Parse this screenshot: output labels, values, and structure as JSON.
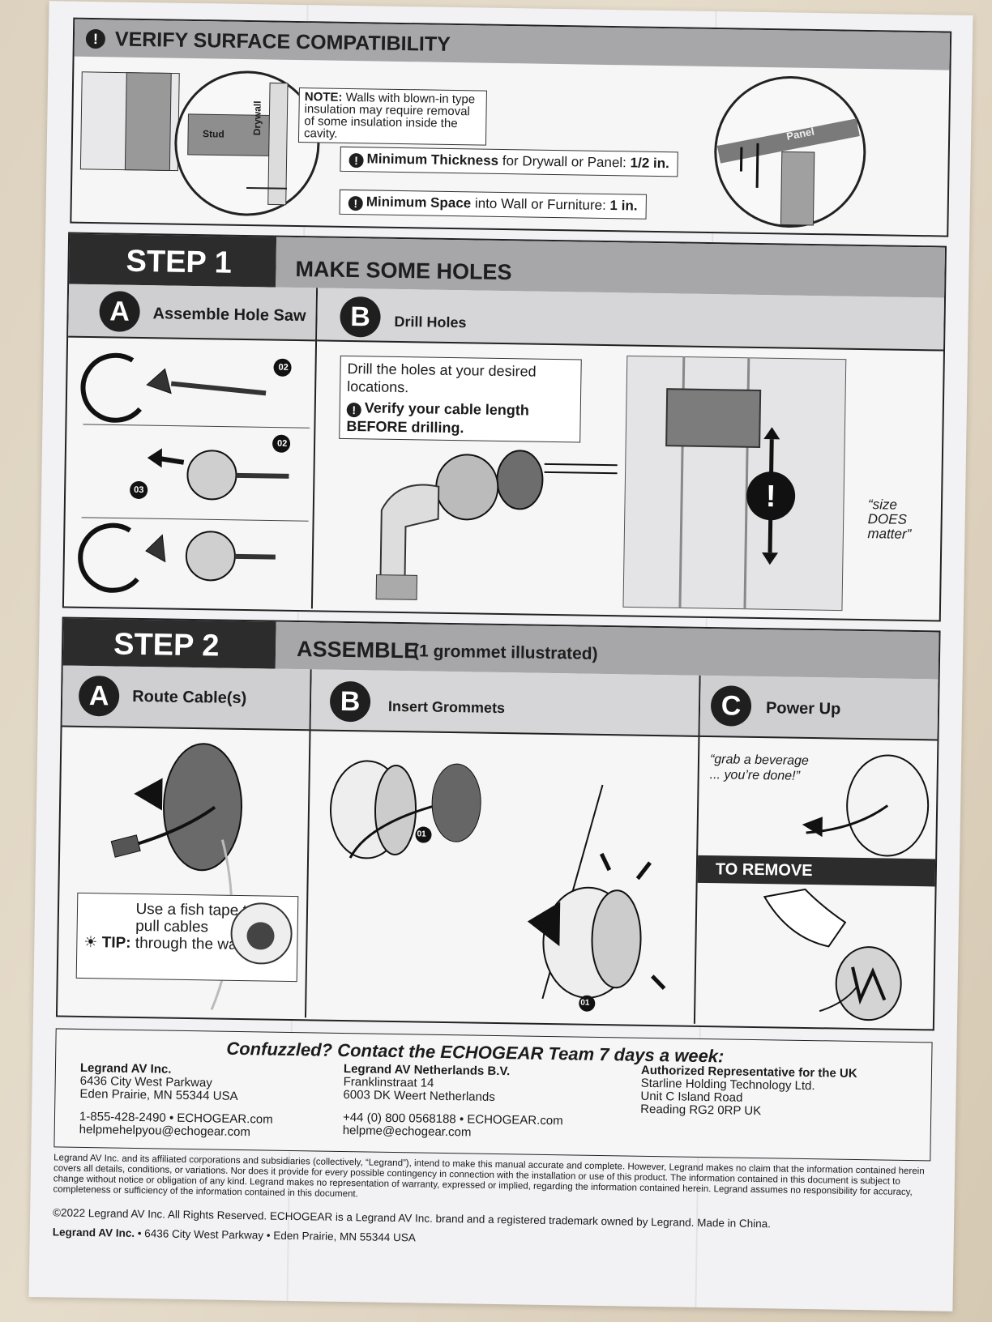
{
  "surface": {
    "title": "VERIFY SURFACE COMPATIBILITY",
    "labels": {
      "stud": "Stud",
      "drywall": "Drywall",
      "panel": "Panel"
    },
    "note_label": "NOTE:",
    "note_text": "Walls with blown-in type insulation may require removal of some insulation inside the cavity.",
    "min_thickness_label": "Minimum Thickness",
    "min_thickness_rest": "for Drywall or Panel:",
    "min_thickness_value": "1/2 in.",
    "min_space_label": "Minimum Space",
    "min_space_rest": "into Wall or Furniture:",
    "min_space_value": "1 in."
  },
  "step1": {
    "step_label": "STEP 1",
    "title": "MAKE SOME HOLES",
    "a_letter": "A",
    "a_title": "Assemble Hole Saw",
    "b_letter": "B",
    "b_title": "Drill Holes",
    "b_instruction": "Drill the holes at your desired locations.",
    "b_warning": "Verify your cable length BEFORE drilling.",
    "quote": "“size DOES matter”",
    "part_02": "02",
    "part_03": "03"
  },
  "step2": {
    "step_label": "STEP 2",
    "title": "ASSEMBLE",
    "title_note": "(1 grommet illustrated)",
    "a_letter": "A",
    "a_title": "Route Cable(s)",
    "tip_label": "TIP:",
    "tip_text": "Use a fish tape to pull cables through the wall.",
    "b_letter": "B",
    "b_title": "Insert Grommets",
    "part_01": "01",
    "c_letter": "C",
    "c_title": "Power Up",
    "c_quote": "“grab a beverage ... you’re done!”",
    "remove_title": "TO REMOVE"
  },
  "contact": {
    "heading": "Confuzzled? Contact the ECHOGEAR Team 7 days a week:",
    "us": {
      "name": "Legrand AV Inc.",
      "line1": "6436 City West Parkway",
      "line2": "Eden Prairie, MN 55344 USA",
      "phone": "1-855-428-2490",
      "site": "ECHOGEAR.com",
      "email": "helpmehelpyou@echogear.com"
    },
    "nl": {
      "name": "Legrand AV Netherlands B.V.",
      "line1": "Franklinstraat 14",
      "line2": "6003 DK Weert Netherlands",
      "phone": "+44 (0) 800 0568188",
      "site": "ECHOGEAR.com",
      "email": "helpme@echogear.com"
    },
    "uk": {
      "name": "Authorized Representative for the UK",
      "line1": "Starline Holding Technology Ltd.",
      "line2": "Unit C Island Road",
      "line3": "Reading RG2 0RP UK"
    }
  },
  "legal": {
    "disclaimer": "Legrand AV Inc. and its affiliated corporations and subsidiaries (collectively, “Legrand”), intend to make this manual accurate and complete. However, Legrand makes no claim that the information contained herein covers all details, conditions, or variations. Nor does it provide for every possible contingency in connection with the installation or use of this product. The information contained in this document is subject to change without notice or obligation of any kind. Legrand makes no representation of warranty, expressed or implied, regarding the information contained herein. Legrand assumes no responsibility for accuracy, completeness or sufficiency of the information contained in this document.",
    "copyright": "©2022 Legrand AV Inc. All Rights Reserved. ECHOGEAR is a Legrand AV Inc. brand and a registered trademark owned by Legrand. Made in China.",
    "footer_company": "Legrand AV Inc.",
    "footer_address": "6436 City West Parkway • Eden Prairie, MN 55344 USA"
  },
  "colors": {
    "dark": "#2c2c2c",
    "grey": "#a7a7a9",
    "light": "#cfcfd1",
    "paper": "#f2f2f4"
  }
}
